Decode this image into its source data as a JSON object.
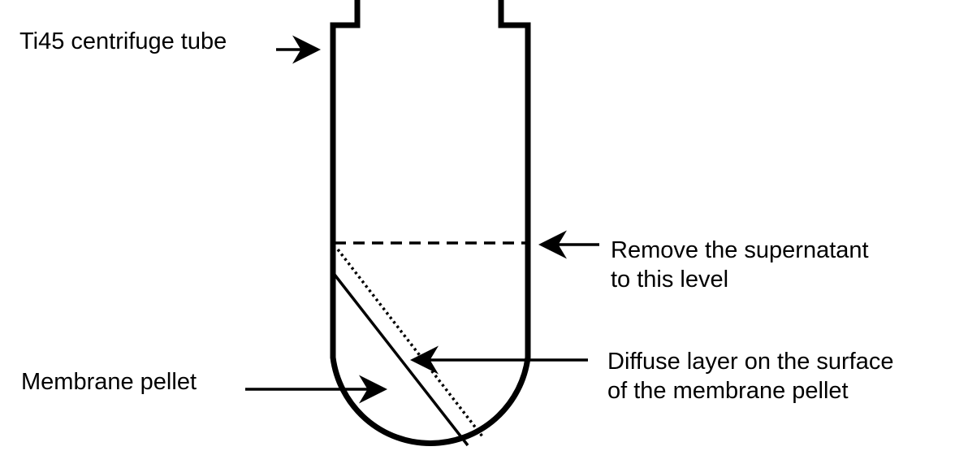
{
  "labels": {
    "tube": "Ti45 centrifuge tube",
    "supernatant": {
      "line1": "Remove the supernatant",
      "line2": "to this level"
    },
    "diffuse_layer": {
      "line1": "Diffuse layer on the surface",
      "line2": "of the membrane pellet"
    },
    "pellet": "Membrane pellet"
  },
  "colors": {
    "stroke": "#000000",
    "background": "#ffffff"
  }
}
